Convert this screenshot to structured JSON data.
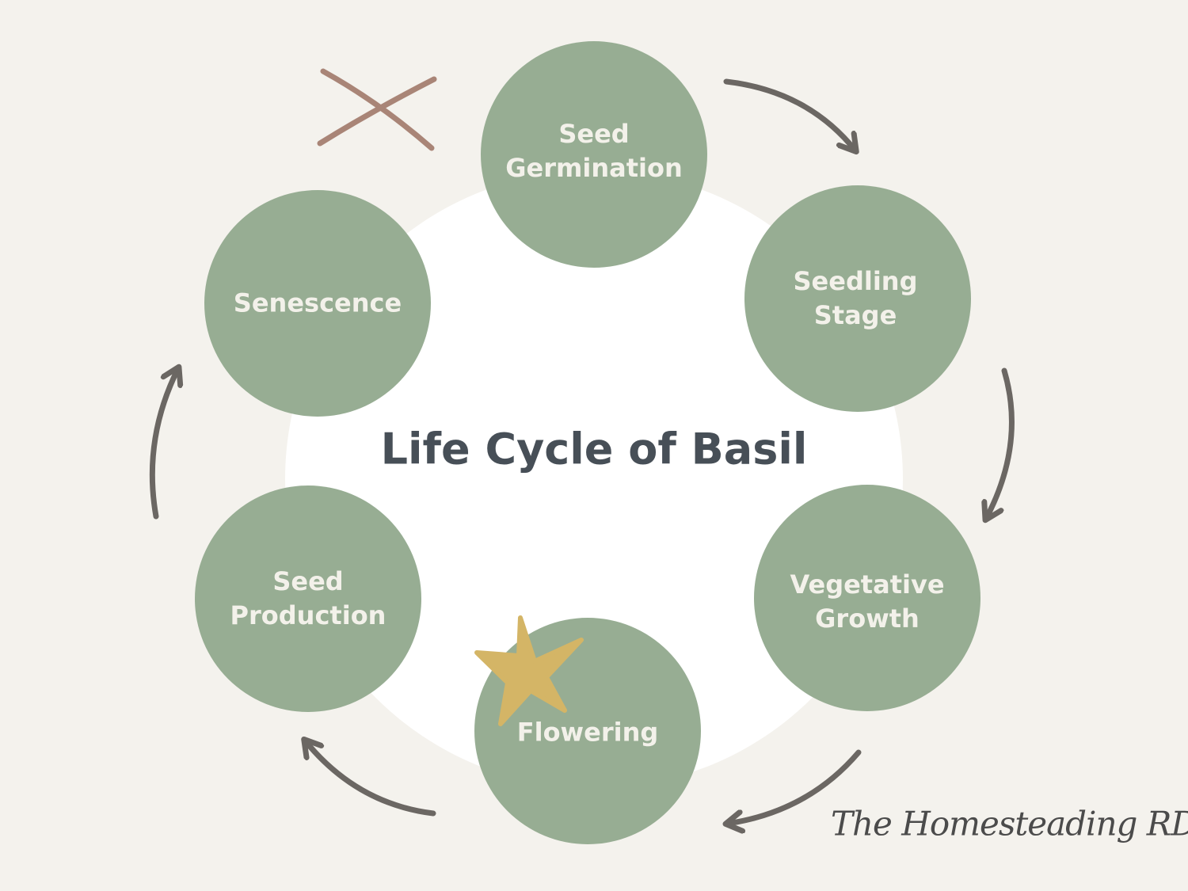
{
  "title": "Life Cycle of Basil",
  "brand": "The Homesteading RD",
  "colors": {
    "background": "#f4f2ed",
    "center_disc": "#ffffff",
    "stage_circle": "#97ad93",
    "stage_text": "#f3f1ea",
    "title_text": "#474f57",
    "arrow": "#6b6763",
    "star": "#d4b566",
    "cross": "#a98577"
  },
  "stages": [
    {
      "label": "Seed\nGermination"
    },
    {
      "label": "Seedling\nStage"
    },
    {
      "label": "Vegetative\nGrowth"
    },
    {
      "label": "Flowering"
    },
    {
      "label": "Seed\nProduction"
    },
    {
      "label": "Senescence"
    }
  ],
  "decorations": {
    "star_icon": "star-icon",
    "cross_icon": "cross-icon"
  }
}
